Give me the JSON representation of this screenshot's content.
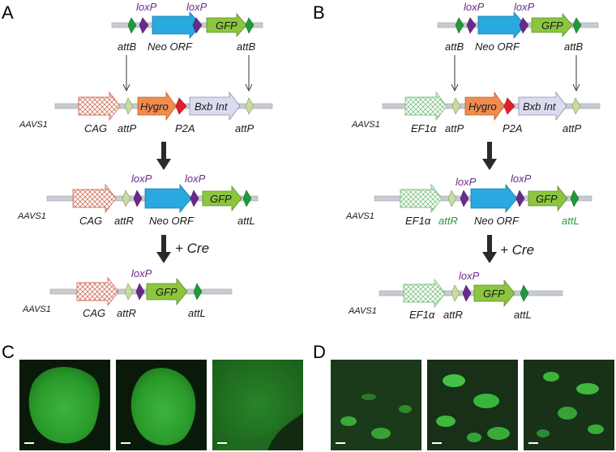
{
  "panels": {
    "a": "A",
    "b": "B",
    "c": "C",
    "d": "D"
  },
  "labels": {
    "attB": "attB",
    "attP": "attP",
    "attR": "attR",
    "attL": "attL",
    "loxP": "loxP",
    "neo": "Neo ORF",
    "gfp": "GFP",
    "hygro": "Hygro",
    "bxb": "Bxb Int",
    "p2a": "P2A",
    "aavs1": "AAVS1",
    "cag": "CAG",
    "ef1a": "EF1α",
    "cre": "+ Cre"
  },
  "colors": {
    "dark_green": "#1f9a3a",
    "light_green": "#c8dca0",
    "purple": "#6a2a8c",
    "blue": "#2aa8e0",
    "gfp_green": "#8cc63f",
    "hygro_orange": "#f08c50",
    "red": "#e0202a",
    "lavender": "#dcdcf0",
    "cag_red": "#d0705a",
    "ef1a_green": "#7ac080",
    "backbone": "#c8ccd2",
    "micro_green": "#2aa82a"
  }
}
